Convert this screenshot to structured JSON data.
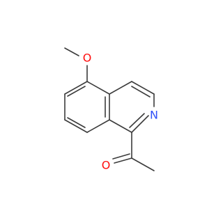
{
  "molecule": {
    "atoms": {
      "oxygen_methoxy": "O",
      "nitrogen_ring": "N",
      "oxygen_carbonyl": "O"
    },
    "colors": {
      "bond": "#3b3b3b",
      "oxygen": "#ff0d0d",
      "nitrogen": "#3050f8"
    }
  }
}
